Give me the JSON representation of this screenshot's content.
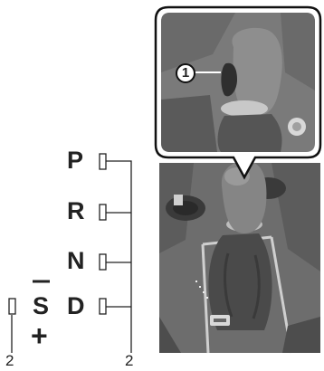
{
  "gear_positions": [
    {
      "id": "P",
      "label": "P"
    },
    {
      "id": "R",
      "label": "R"
    },
    {
      "id": "N",
      "label": "N"
    },
    {
      "id": "D",
      "label": "D"
    }
  ],
  "sport_mode": {
    "label": "S",
    "minus": "–",
    "plus": "+"
  },
  "reference_numbers": {
    "left": "2",
    "right": "2"
  },
  "callout": {
    "number": "1"
  }
}
